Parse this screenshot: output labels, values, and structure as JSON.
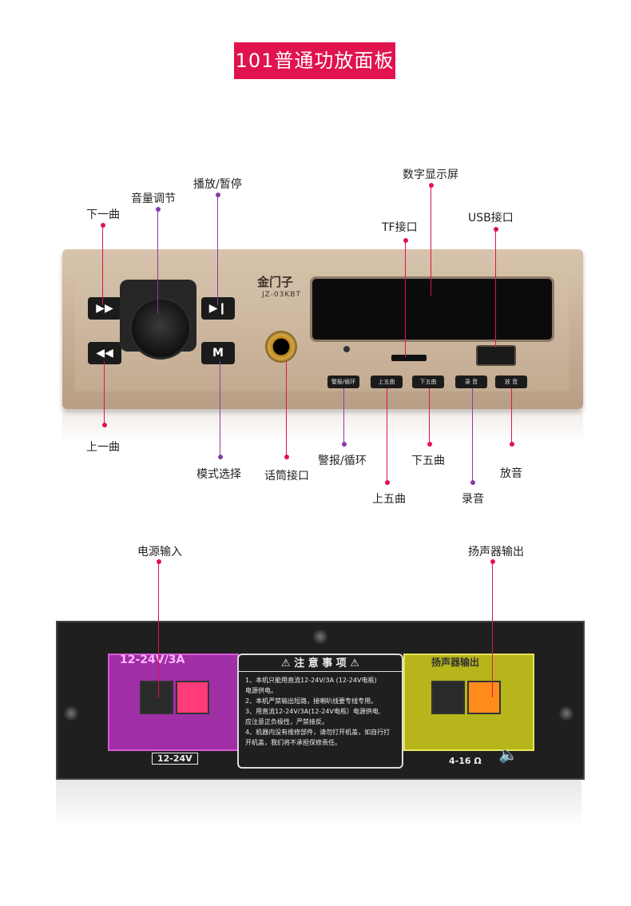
{
  "title": "101普通功放面板",
  "front_labels": {
    "next_track": "下一曲",
    "volume": "音量调节",
    "play_pause": "播放/暂停",
    "display": "数字显示屏",
    "tf": "TF接口",
    "usb": "USB接口",
    "prev_track": "上一曲",
    "mode": "模式选择",
    "mic": "话筒接口",
    "alarm_loop": "警报/循环",
    "prev_five": "上五曲",
    "next_five": "下五曲",
    "record": "录音",
    "play_back": "放音"
  },
  "device": {
    "brand": "金门子",
    "model": "JZ-03KBT",
    "btn_m": "M",
    "small_buttons": [
      "警报/循环",
      "上五曲",
      "下五曲",
      "录 音",
      "放 音"
    ]
  },
  "back_labels": {
    "power_input": "电源输入",
    "speaker_output": "扬声器输出"
  },
  "back": {
    "power_title": "12-24V/3A",
    "power_box_label": "12-24V",
    "speaker_title": "扬声器输出",
    "impedance": "4-16 Ω",
    "notice_title": "⚠ 注 意 事 项 ⚠",
    "notice_lines": [
      "1、本机只能用直流12-24V/3A (12-24V电瓶)",
      "电源供电。",
      "2、本机严禁输出短路，接喇叭线要专线专用。",
      "3、用直流12-24V/3A(12-24V电瓶）电源供电,",
      "应注意正负极性，严禁接反。",
      "4、机器内没有维修部件，请勿打开机盖，如自行打",
      "开机盖，我们将不承担保修责任。"
    ]
  }
}
